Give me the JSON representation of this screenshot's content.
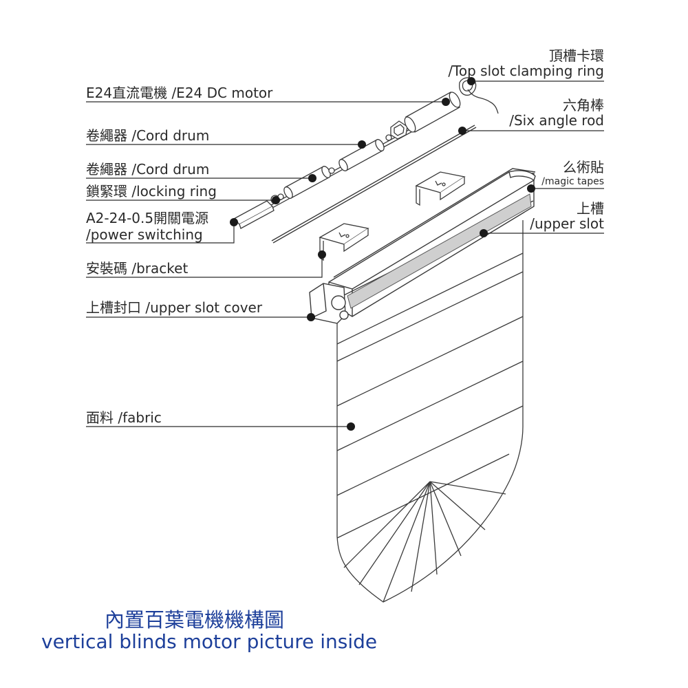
{
  "labels": {
    "clamp_zh": "頂槽卡環",
    "clamp_en": "/Top slot clamping ring",
    "motor": "E24直流電機 /E24 DC motor",
    "hex_zh": "六角棒",
    "hex_en": "/Six angle rod",
    "cord_drum_1": "卷繩器 /Cord drum",
    "magic_zh": "么術貼",
    "magic_en": "/magic tapes",
    "cord_drum_2": "卷繩器 /Cord drum",
    "locking_ring": "鎖緊環 /locking ring",
    "upper_slot_zh": "上槽",
    "upper_slot_en": "/upper slot",
    "power_1": "A2-24-0.5開關電源",
    "power_2": "/power switching",
    "bracket": "安裝碼 /bracket",
    "slot_cover": "上槽封口 /upper slot cover",
    "fabric": "面料 /fabric"
  },
  "caption": {
    "zh": "內置百葉電機機構圖",
    "en": "vertical blinds motor picture inside"
  },
  "colors": {
    "line": "#2a2a2a",
    "text": "#2a2a2a",
    "caption": "#1d3f9a",
    "tape": "#cfcfcf",
    "background": "#ffffff"
  }
}
